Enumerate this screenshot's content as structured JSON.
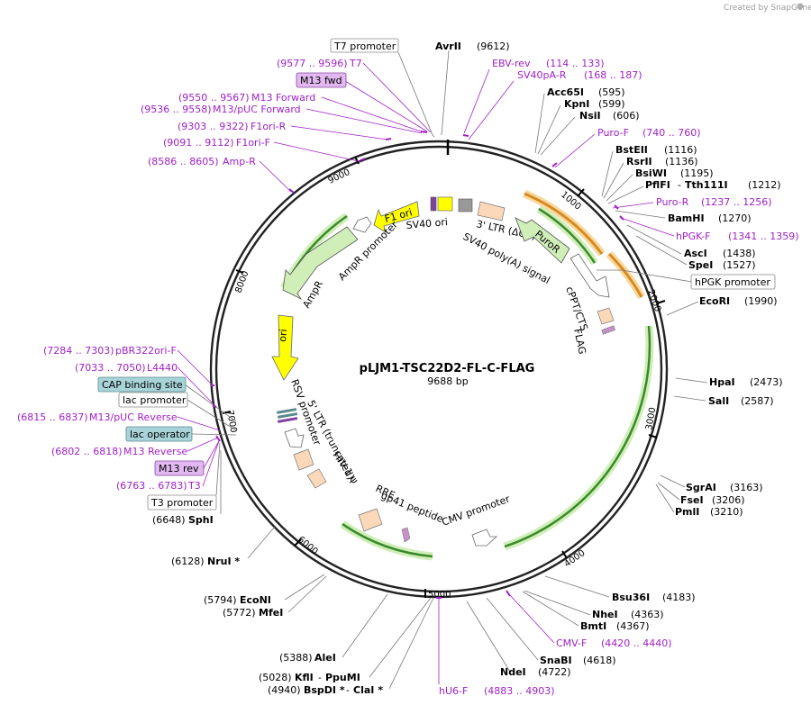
{
  "credit": "Created by SnapGene",
  "plasmid": {
    "name": "pLJM1-TSC22D2-FL-C-FLAG",
    "size": "9688 bp"
  },
  "ticks": [
    "1000",
    "2000",
    "3000",
    "4000",
    "5000",
    "6000",
    "7000",
    "8000",
    "9000"
  ],
  "features": {
    "f1_ori": "F1 ori",
    "sv40_ori": "SV40 ori",
    "ltr3": "3' LTR (ΔU3)",
    "sv40_polya": "SV40 poly(A) signal",
    "puror": "PuroR",
    "cppt": "cPPT/CTS",
    "flag": "FLAG",
    "ampr_promoter": "AmpR promoter",
    "ampr": "AmpR",
    "ori": "ori",
    "ltr5": "5' LTR (truncated)",
    "rsv": "RSV promoter",
    "hiv": "HIV-1 ψ",
    "rre": "RRE",
    "gp41": "gp41 peptide",
    "cmv": "CMV promoter"
  },
  "top": {
    "t7_promoter": "T7 promoter",
    "avrii": "AvrII",
    "avrii_pos": "(9612)",
    "t7_pos": "(9577 .. 9596)",
    "t7": "T7",
    "ebv_rev": "EBV-rev",
    "ebv_pos": "(114 .. 133)",
    "sv40pa": "SV40pA-R",
    "sv40pa_pos": "(168 .. 187)",
    "m13fwd": "M13 fwd",
    "acc65i": "Acc65I",
    "acc65i_pos": "(595)",
    "kpni": "KpnI",
    "kpni_pos": "(599)",
    "nsii": "NsiI",
    "nsii_pos": "(606)",
    "m13f_pos": "(9550 .. 9567)",
    "m13f": "M13 Forward",
    "m13puc_pos": "(9536 .. 9558)",
    "m13puc": "M13/pUC Forward",
    "f1r_pos": "(9303 .. 9322)",
    "f1r": "F1ori-R",
    "f1f_pos": "(9091 .. 9112)",
    "f1f": "F1ori-F",
    "amp_pos": "(8586 .. 8605)",
    "amp": "Amp-R"
  },
  "right": {
    "purof": "Puro-F",
    "purof_pos": "(740 .. 760)",
    "bsteii": "BstEII",
    "bsteii_pos": "(1116)",
    "rsrii": "RsrII",
    "rsrii_pos": "(1136)",
    "bsiwi": "BsiWI",
    "bsiwi_pos": "(1195)",
    "pflfi": "PflFI",
    "tth": "Tth111I",
    "pflfi_pos": "(1212)",
    "puror": "Puro-R",
    "puror_pos": "(1237 .. 1256)",
    "bamhi": "BamHI",
    "bamhi_pos": "(1270)",
    "hpgkf": "hPGK-F",
    "hpgkf_pos": "(1341 .. 1359)",
    "asci": "AscI",
    "asci_pos": "(1438)",
    "spei": "SpeI",
    "spei_pos": "(1527)",
    "hpgk_promoter": "hPGK promoter",
    "ecori": "EcoRI",
    "ecori_pos": "(1990)",
    "hpai": "HpaI",
    "hpai_pos": "(2473)",
    "sali": "SalI",
    "sali_pos": "(2587)",
    "sgrai": "SgrAI",
    "sgrai_pos": "(3163)",
    "fsei": "FseI",
    "fsei_pos": "(3206)",
    "pmli": "PmlI",
    "pmli_pos": "(3210)",
    "bsu36i": "Bsu36I",
    "bsu36i_pos": "(4183)",
    "nhei": "NheI",
    "nhei_pos": "(4363)",
    "bmti": "BmtI",
    "bmti_pos": "(4367)",
    "cmvf": "CMV-F",
    "cmvf_pos": "(4420 .. 4440)",
    "snabi": "SnaBI",
    "snabi_pos": "(4618)",
    "ndei": "NdeI",
    "ndei_pos": "(4722)",
    "hu6f": "hU6-F",
    "hu6f_pos": "(4883 .. 4903)"
  },
  "left": {
    "pbr_pos": "(7284 .. 7303)",
    "pbr": "pBR322ori-F",
    "l4440_pos": "(7033 .. 7050)",
    "l4440": "L4440",
    "cap": "CAP binding site",
    "lac_promoter": "lac promoter",
    "m13puc_pos": "(6815 .. 6837)",
    "m13puc": "M13/pUC Reverse",
    "lac_operator": "lac operator",
    "m13r_pos": "(6802 .. 6818)",
    "m13r": "M13 Reverse",
    "m13rev": "M13 rev",
    "t3_pos": "(6763 .. 6783)",
    "t3": "T3",
    "t3_promoter": "T3 promoter",
    "sphi_pos": "(6648)",
    "sphi": "SphI",
    "nrui_pos": "(6128)",
    "nrui": "NruI *",
    "econi_pos": "(5794)",
    "econi": "EcoNI",
    "mfei_pos": "(5772)",
    "mfei": "MfeI",
    "alei_pos": "(5388)",
    "alei": "AleI",
    "kfli_pos": "(5028)",
    "kfli": "KflI",
    "ppumi": "PpuMI",
    "bspdi_pos": "(4940)",
    "bspdi": "BspDI *",
    "clai": "ClaI *"
  }
}
